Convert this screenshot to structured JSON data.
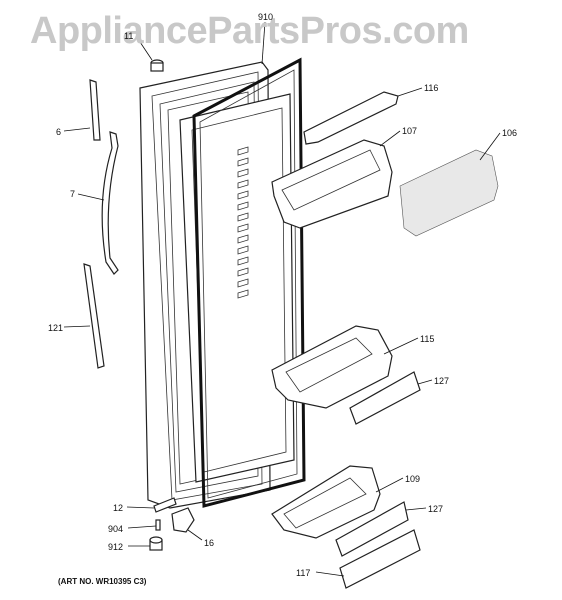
{
  "watermark": "AppliancePartsPros.com",
  "art_number": "(ART NO. WR10395 C3)",
  "callouts": [
    {
      "id": "910",
      "label": "910"
    },
    {
      "id": "11",
      "label": "11"
    },
    {
      "id": "6",
      "label": "6"
    },
    {
      "id": "7",
      "label": "7"
    },
    {
      "id": "121",
      "label": "121"
    },
    {
      "id": "116",
      "label": "116"
    },
    {
      "id": "107",
      "label": "107"
    },
    {
      "id": "106",
      "label": "106"
    },
    {
      "id": "115",
      "label": "115"
    },
    {
      "id": "127a",
      "label": "127"
    },
    {
      "id": "109",
      "label": "109"
    },
    {
      "id": "127b",
      "label": "127"
    },
    {
      "id": "117",
      "label": "117"
    },
    {
      "id": "12",
      "label": "12"
    },
    {
      "id": "904",
      "label": "904"
    },
    {
      "id": "912",
      "label": "912"
    },
    {
      "id": "16",
      "label": "16"
    }
  ]
}
